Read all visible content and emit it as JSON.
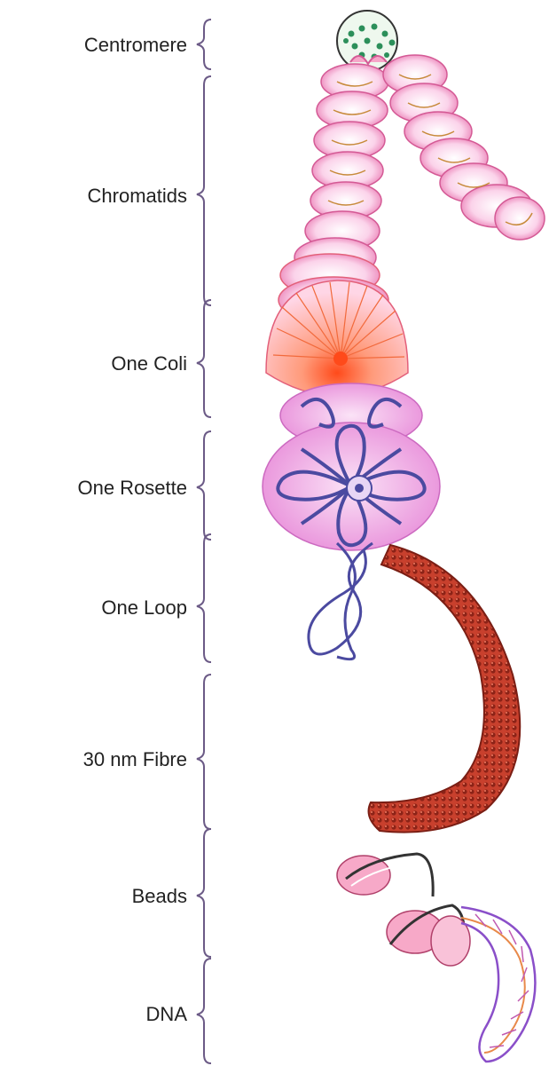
{
  "labels": [
    {
      "id": "centromere",
      "text": "Centromere"
    },
    {
      "id": "chromatids",
      "text": "Chromatids"
    },
    {
      "id": "one-coli",
      "text": "One Coli"
    },
    {
      "id": "one-rosette",
      "text": "One Rosette"
    },
    {
      "id": "one-loop",
      "text": "One Loop"
    },
    {
      "id": "fibre-30nm",
      "text": "30 nm Fibre"
    },
    {
      "id": "beads",
      "text": "Beads"
    },
    {
      "id": "dna",
      "text": "DNA"
    }
  ],
  "colors": {
    "label_text": "#222222",
    "bracket": "#6b5a86",
    "chromatid_pink": "#f6b3d6",
    "chromatid_edge": "#d45a95",
    "coil_orange": "#f28a6a",
    "coil_center": "#ff5522",
    "rosette_fill": "#f3a6e6",
    "loop_stroke": "#4b4aa0",
    "fibre_red": "#c23b2a",
    "fibre_dark": "#7a1e14",
    "centromere_green": "#2c8f5a",
    "dna_purple": "#8a4fc9",
    "dna_orange": "#e8894a"
  }
}
